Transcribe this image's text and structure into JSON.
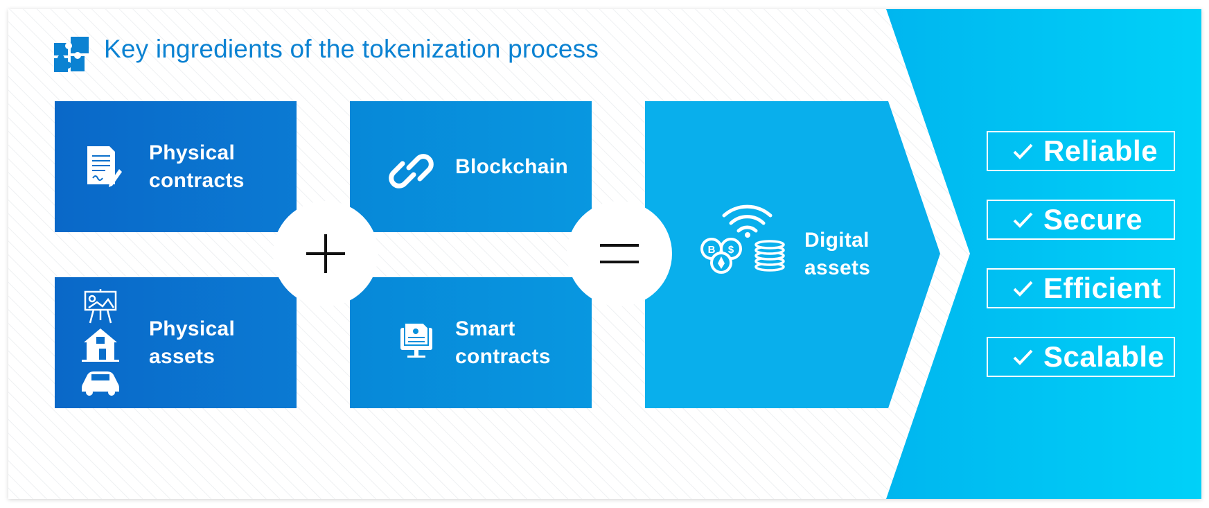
{
  "title": "Key ingredients of the tokenization process",
  "cards": {
    "physical_contracts": [
      "Physical",
      "contracts"
    ],
    "physical_assets": [
      "Physical",
      "assets"
    ],
    "blockchain": [
      "Blockchain"
    ],
    "smart_contracts": [
      "Smart",
      "contracts"
    ],
    "digital_assets": [
      "Digital",
      "assets"
    ]
  },
  "operators": {
    "plus": "+",
    "equals": "="
  },
  "qualities": [
    "Reliable",
    "Secure",
    "Efficient",
    "Scalable"
  ],
  "coin_letters": [
    "B",
    "$"
  ],
  "colors": {
    "title": "#0b82d2",
    "card_dark": "#0a6fcb",
    "card_mid": "#0790dc",
    "card_light": "#0aa9ea",
    "panel": "#01c4f3"
  },
  "icons": {
    "title": "puzzle-icon",
    "physical_contracts": "signed-document-icon",
    "physical_assets": [
      "painting-easel-icon",
      "house-icon",
      "car-icon"
    ],
    "blockchain": "chain-link-icon",
    "smart_contracts": "document-monitor-icon",
    "digital_assets": [
      "wifi-icon",
      "crypto-coins-icon",
      "coin-stack-icon"
    ],
    "quality": "checkmark-icon"
  }
}
